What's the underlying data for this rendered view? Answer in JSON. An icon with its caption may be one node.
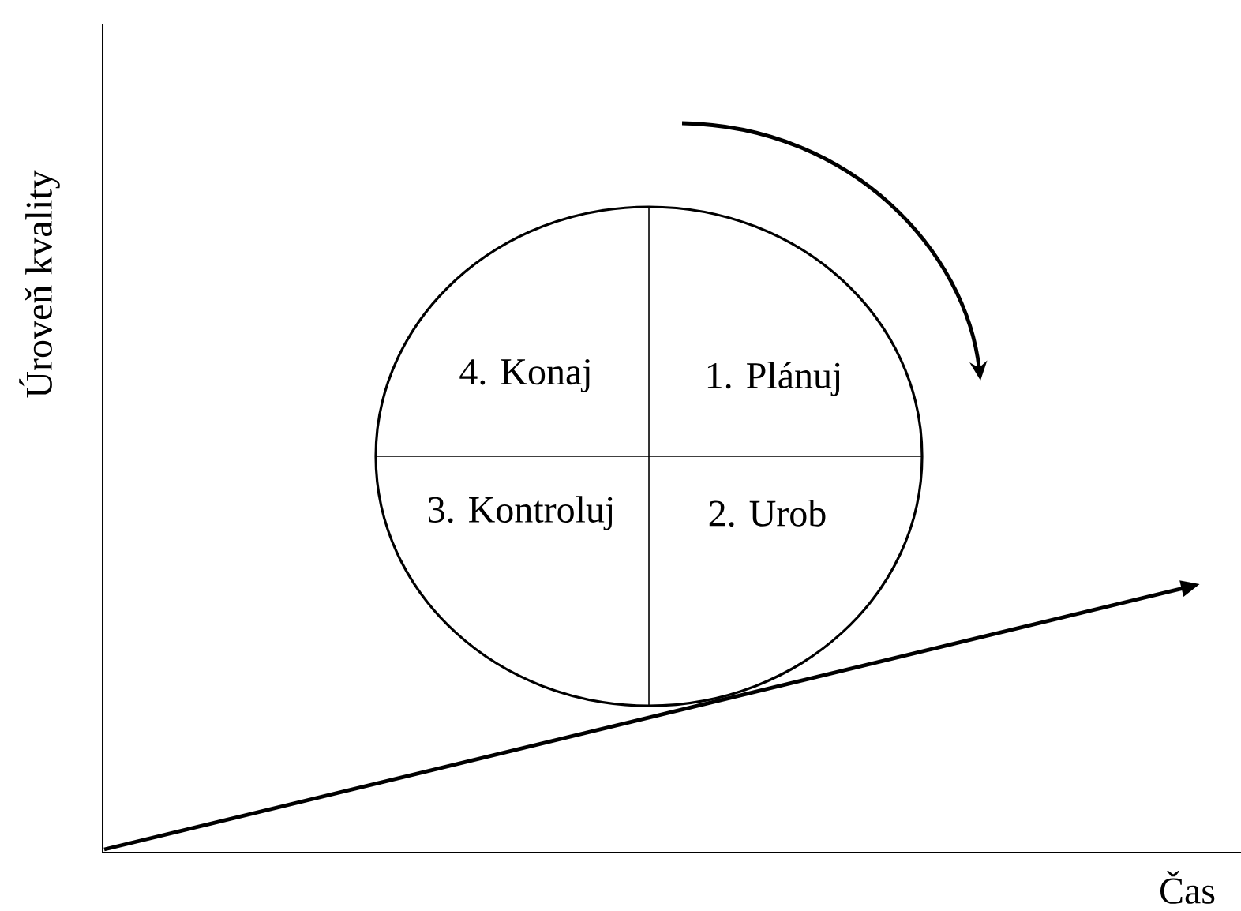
{
  "diagram": {
    "nodes": [
      {
        "text": [],
        "shape": "circle"
      },
      {
        "text": [
          "4. Konaj"
        ],
        "in": 0
      },
      {
        "text": [
          "1.  Plánuj"
        ],
        "in": 0
      },
      {
        "text": [
          "3. Kontroluj"
        ],
        "in": 0
      },
      {
        "text": [
          "2. Urob"
        ],
        "in": 0
      }
    ],
    "labels": [
      "Úroveň kvality",
      "Čas"
    ]
  }
}
